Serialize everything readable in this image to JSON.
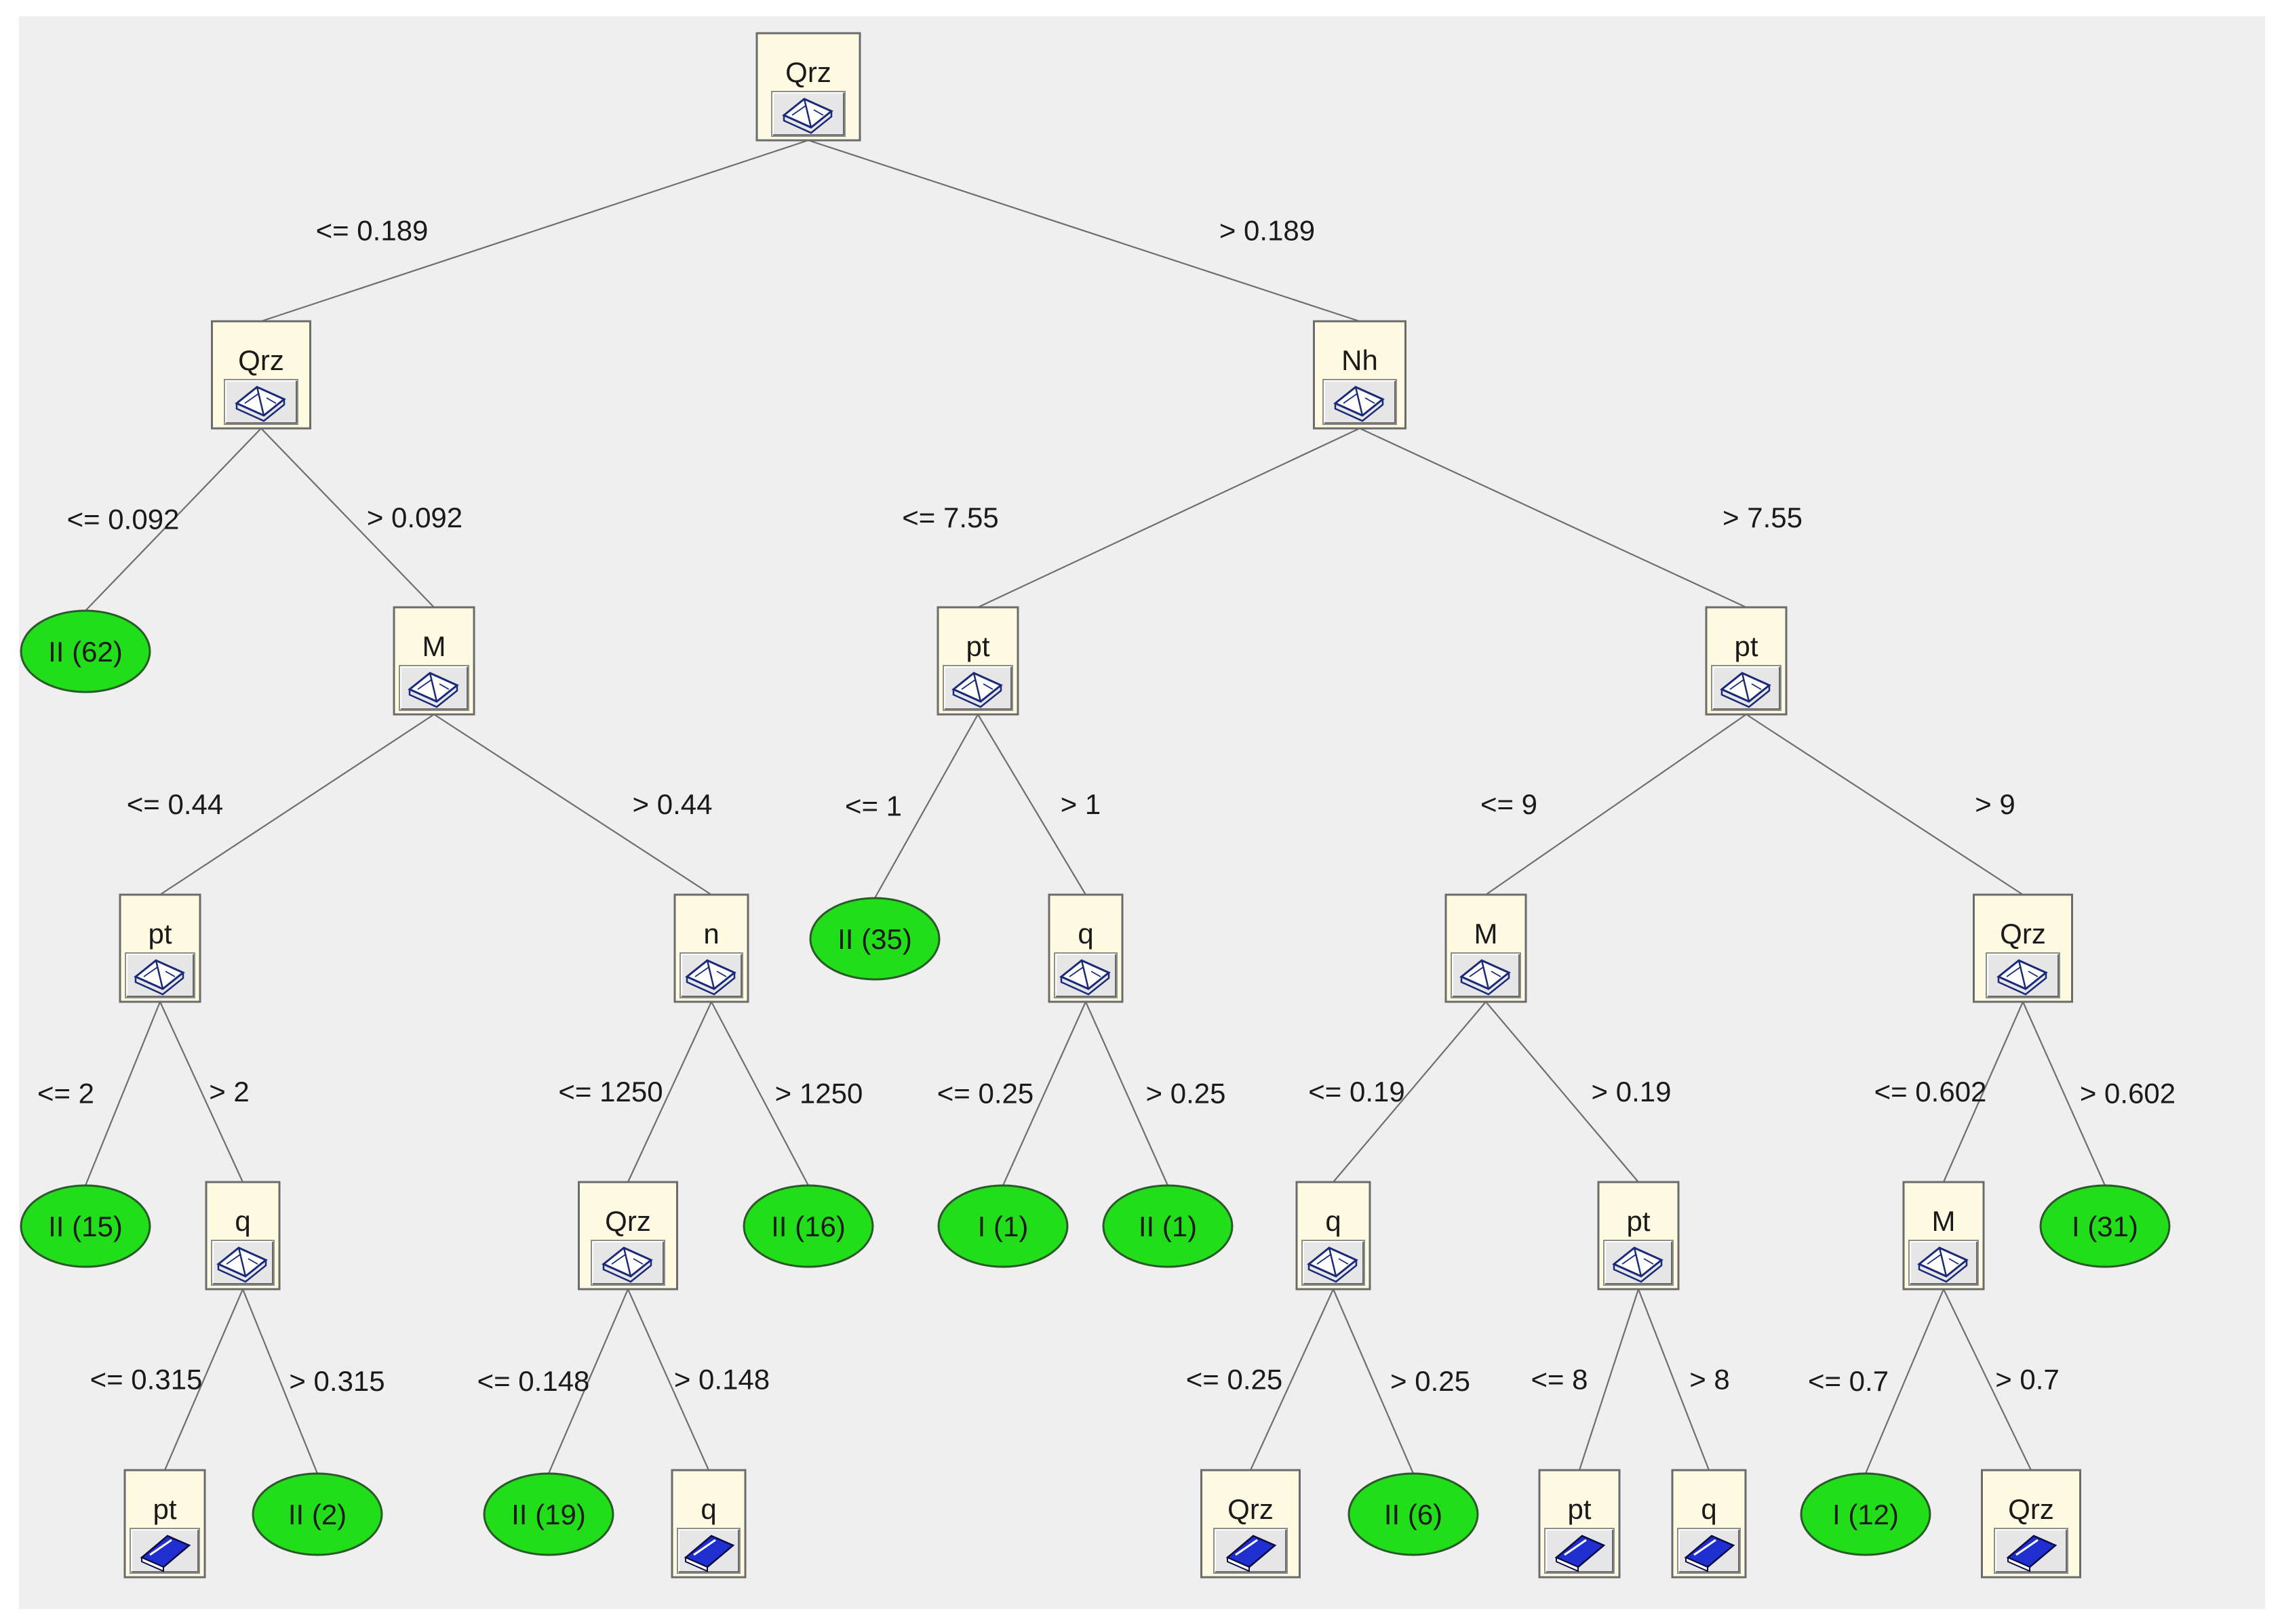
{
  "tree": {
    "nodes": [
      {
        "id": "n1",
        "kind": "split",
        "label": "Qrz",
        "icon": "open-book-icon"
      },
      {
        "id": "n2",
        "kind": "split",
        "label": "Qrz",
        "icon": "open-book-icon"
      },
      {
        "id": "n3",
        "kind": "split",
        "label": "Nh",
        "icon": "open-book-icon"
      },
      {
        "id": "l1",
        "kind": "leaf",
        "label": "II (62)"
      },
      {
        "id": "n4",
        "kind": "split",
        "label": "M",
        "icon": "open-book-icon"
      },
      {
        "id": "n5",
        "kind": "split",
        "label": "pt",
        "icon": "open-book-icon"
      },
      {
        "id": "n6",
        "kind": "split",
        "label": "pt",
        "icon": "open-book-icon"
      },
      {
        "id": "n7",
        "kind": "split",
        "label": "pt",
        "icon": "open-book-icon"
      },
      {
        "id": "n8",
        "kind": "split",
        "label": "n",
        "icon": "open-book-icon"
      },
      {
        "id": "l2",
        "kind": "leaf",
        "label": "II (35)"
      },
      {
        "id": "n9",
        "kind": "split",
        "label": "q",
        "icon": "open-book-icon"
      },
      {
        "id": "n10",
        "kind": "split",
        "label": "M",
        "icon": "open-book-icon"
      },
      {
        "id": "n11",
        "kind": "split",
        "label": "Qrz",
        "icon": "open-book-icon"
      },
      {
        "id": "l3",
        "kind": "leaf",
        "label": "II (15)"
      },
      {
        "id": "n12",
        "kind": "split",
        "label": "q",
        "icon": "open-book-icon"
      },
      {
        "id": "n13",
        "kind": "split",
        "label": "Qrz",
        "icon": "open-book-icon"
      },
      {
        "id": "l4",
        "kind": "leaf",
        "label": "II (16)"
      },
      {
        "id": "l5",
        "kind": "leaf",
        "label": "I (1)"
      },
      {
        "id": "l6",
        "kind": "leaf",
        "label": "II (1)"
      },
      {
        "id": "n14",
        "kind": "split",
        "label": "q",
        "icon": "open-book-icon"
      },
      {
        "id": "n15",
        "kind": "split",
        "label": "pt",
        "icon": "open-book-icon"
      },
      {
        "id": "n16",
        "kind": "split",
        "label": "M",
        "icon": "open-book-icon"
      },
      {
        "id": "l7",
        "kind": "leaf",
        "label": "I (31)"
      },
      {
        "id": "n17",
        "kind": "split",
        "label": "pt",
        "icon": "closed-book-icon"
      },
      {
        "id": "l8",
        "kind": "leaf",
        "label": "II (2)"
      },
      {
        "id": "l9",
        "kind": "leaf",
        "label": "II (19)"
      },
      {
        "id": "n18",
        "kind": "split",
        "label": "q",
        "icon": "closed-book-icon"
      },
      {
        "id": "n19",
        "kind": "split",
        "label": "Qrz",
        "icon": "closed-book-icon"
      },
      {
        "id": "l10",
        "kind": "leaf",
        "label": "II (6)"
      },
      {
        "id": "n20",
        "kind": "split",
        "label": "pt",
        "icon": "closed-book-icon"
      },
      {
        "id": "n21",
        "kind": "split",
        "label": "q",
        "icon": "closed-book-icon"
      },
      {
        "id": "l11",
        "kind": "leaf",
        "label": "I (12)"
      },
      {
        "id": "n22",
        "kind": "split",
        "label": "Qrz",
        "icon": "closed-book-icon"
      }
    ],
    "edges": [
      {
        "from": "n1",
        "to": "n2",
        "label": "<= 0.189"
      },
      {
        "from": "n1",
        "to": "n3",
        "label": "> 0.189"
      },
      {
        "from": "n2",
        "to": "l1",
        "label": "<= 0.092"
      },
      {
        "from": "n2",
        "to": "n4",
        "label": "> 0.092"
      },
      {
        "from": "n3",
        "to": "n5",
        "label": "<= 7.55"
      },
      {
        "from": "n3",
        "to": "n6",
        "label": "> 7.55"
      },
      {
        "from": "n4",
        "to": "n7",
        "label": "<= 0.44"
      },
      {
        "from": "n4",
        "to": "n8",
        "label": "> 0.44"
      },
      {
        "from": "n5",
        "to": "l2",
        "label": "<= 1"
      },
      {
        "from": "n5",
        "to": "n9",
        "label": "> 1"
      },
      {
        "from": "n6",
        "to": "n10",
        "label": "<= 9"
      },
      {
        "from": "n6",
        "to": "n11",
        "label": "> 9"
      },
      {
        "from": "n7",
        "to": "l3",
        "label": "<= 2"
      },
      {
        "from": "n7",
        "to": "n12",
        "label": "> 2"
      },
      {
        "from": "n8",
        "to": "n13",
        "label": "<= 1250"
      },
      {
        "from": "n8",
        "to": "l4",
        "label": "> 1250"
      },
      {
        "from": "n9",
        "to": "l5",
        "label": "<= 0.25"
      },
      {
        "from": "n9",
        "to": "l6",
        "label": "> 0.25"
      },
      {
        "from": "n10",
        "to": "n14",
        "label": "<= 0.19"
      },
      {
        "from": "n10",
        "to": "n15",
        "label": "> 0.19"
      },
      {
        "from": "n11",
        "to": "n16",
        "label": "<= 0.602"
      },
      {
        "from": "n11",
        "to": "l7",
        "label": "> 0.602"
      },
      {
        "from": "n12",
        "to": "n17",
        "label": "<= 0.315"
      },
      {
        "from": "n12",
        "to": "l8",
        "label": "> 0.315"
      },
      {
        "from": "n13",
        "to": "l9",
        "label": "<= 0.148"
      },
      {
        "from": "n13",
        "to": "n18",
        "label": "> 0.148"
      },
      {
        "from": "n14",
        "to": "n19",
        "label": "<= 0.25"
      },
      {
        "from": "n14",
        "to": "l10",
        "label": "> 0.25"
      },
      {
        "from": "n15",
        "to": "n20",
        "label": "<= 8"
      },
      {
        "from": "n15",
        "to": "n21",
        "label": "> 8"
      },
      {
        "from": "n16",
        "to": "l11",
        "label": "<= 0.7"
      },
      {
        "from": "n16",
        "to": "n22",
        "label": "> 0.7"
      }
    ]
  },
  "colors": {
    "background": "#efefef",
    "node_fill": "#fffbe2",
    "leaf_fill": "#22dd1a",
    "edge": "#6e6e6e",
    "open_book": "#1a2a7a",
    "closed_book": "#1f2fd0"
  }
}
